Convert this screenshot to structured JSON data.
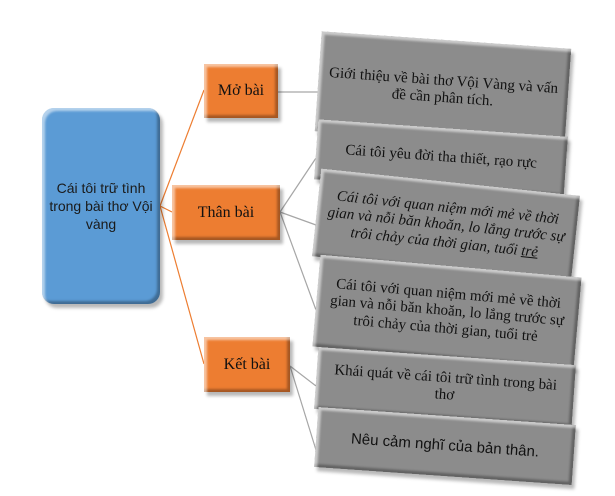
{
  "root": {
    "label": "Cái tôi trữ tình trong bài thơ Vội vàng"
  },
  "sections": [
    {
      "label": "Mở bài"
    },
    {
      "label": "Thân bài"
    },
    {
      "label": "Kết bài"
    }
  ],
  "leaves": [
    {
      "text": "Giới thiệu về bài thơ Vội Vàng và vấn đề cần phân tích."
    },
    {
      "text": "Cái tôi yêu đời tha thiết, rạo rực"
    },
    {
      "text_main": "Cái tôi với quan niệm mới mẻ về thời gian và nỗi băn khoăn, lo lắng trước sự trôi chảy của thời gian, tuổi ",
      "text_tail": "trẻ"
    },
    {
      "text": "Cái tôi với quan niệm mới mẻ về thời gian và nỗi băn khoăn, lo lắng trước sự trôi chảy của thời gian, tuổi trẻ"
    },
    {
      "text": "Khái quát về cái tôi trữ tình trong bài thơ"
    },
    {
      "text": "Nêu cảm nghĩ của bản thân."
    }
  ],
  "colors": {
    "root_fill": "#5b9bd5",
    "section_fill": "#ed7d31",
    "leaf_fill": "#8c8c8c",
    "root_connector": "#ed7d31",
    "leaf_connector": "#a6a6a6"
  }
}
